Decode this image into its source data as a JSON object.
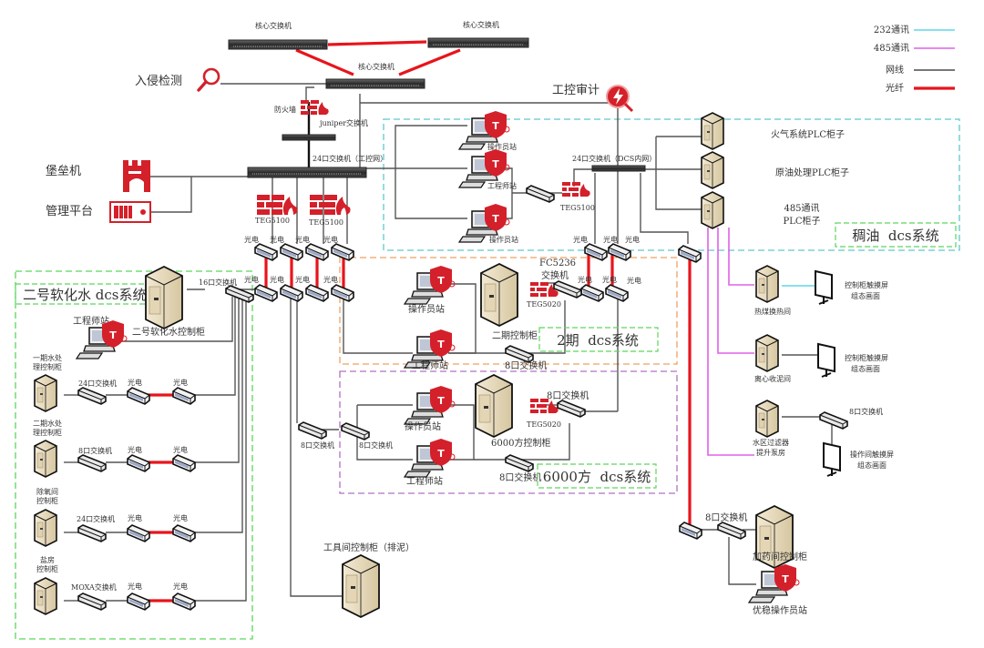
{
  "legend": {
    "items": [
      {
        "label": "232通讯",
        "color": "#5fd7e8",
        "kind": "rs232"
      },
      {
        "label": "485通讯",
        "color": "#e060e8",
        "kind": "rs485"
      },
      {
        "label": "网线",
        "color": "#777777",
        "kind": "net"
      },
      {
        "label": "光纤",
        "color": "#e8141c",
        "kind": "fiber"
      }
    ]
  },
  "core": {
    "core_switch_left": "核心交换机",
    "core_switch_right": "核心交换机",
    "core_switch_center": "核心交换机",
    "intrusion_detection": "入侵检测",
    "firewall": "防火墙",
    "juniper_switch": "juniper交换机",
    "switch_24_ics": "24口交换机（工控网）",
    "bastion_host": "堡垒机",
    "management_platform": "管理平台",
    "teg_left": "TEG5100",
    "teg_right": "TEG5100",
    "audit": "工控审计"
  },
  "media_converter_label": "光电",
  "colors": {
    "brand_red": "#d4202a",
    "fiber": "#e8141c",
    "cyan_box": "#5fc8cc",
    "orange_box": "#f0a060",
    "purple_box": "#b070c0",
    "green_box": "#5cd65c",
    "cabinet": "#e8dcc0"
  },
  "tiaoyou": {
    "title": "稠油  dcs系统",
    "op_station_top": "操作员站",
    "eng_station": "工程师站",
    "op_station_bottom": "操作员站",
    "teg": "TEG5100",
    "dcs_switch": "24口交换机（DCS内网）",
    "plc_fire": "火气系统PLC柜子",
    "plc_crude": "原油处理PLC柜子",
    "plc_485_line1": "485通讯",
    "plc_485_line2": "PLC柜子"
  },
  "phase2": {
    "title": "2期  dcs系统",
    "op_station": "操作员站",
    "eng_station": "工程师站",
    "cabinet": "二期控制柜",
    "teg": "TEG5020",
    "fc_switch_line1": "FC5236",
    "fc_switch_line2": "交换机",
    "switch_8": "8口交换机"
  },
  "s6000": {
    "title": "6000方  dcs系统",
    "op_station": "操作员站",
    "eng_station": "工程师站",
    "cabinet": "6000方控制柜",
    "teg": "TEG5020",
    "switch_top": "8口交换机",
    "switch_left_outer": "8口交换机",
    "switch_left_inner": "8口交换机",
    "switch_bottom": "8口交换机"
  },
  "softwater": {
    "title": "二号软化水 dcs系统",
    "switch_16": "16口交换机",
    "eng_station": "工程师站",
    "cabinet": "二号软化水控制柜",
    "rows": [
      {
        "cabinet_line1": "一期水处",
        "cabinet_line2": "理控制柜",
        "switch": "24口交换机"
      },
      {
        "cabinet_line1": "二期水处",
        "cabinet_line2": "理控制柜",
        "switch": "8口交换机"
      },
      {
        "cabinet_line1": "除氧间",
        "cabinet_line2": "控制柜",
        "switch": "24口交换机"
      },
      {
        "cabinet_line1": "盐房",
        "cabinet_line2": "控制柜",
        "switch": "MOXA交换机"
      }
    ]
  },
  "tools_cabinet": "工具间控制柜（排泥）",
  "right_sites": {
    "hot_coal": "热煤换热间",
    "centrifuge": "离心收泥间",
    "filter_line1": "水区过滤器",
    "filter_line2": "提升泵房",
    "touch_line1": "控制柜触摸屏",
    "touch_line2": "组态画面",
    "touch2_line1": "控制柜触摸屏",
    "touch2_line2": "组态画面",
    "switch_8": "8口交换机",
    "op_touch_line1": "操作间触摸屏",
    "op_touch_line2": "组态画面"
  },
  "dosing": {
    "switch_8": "8口交换机",
    "cabinet": "加药间控制柜",
    "station": "优稳操作员站"
  }
}
